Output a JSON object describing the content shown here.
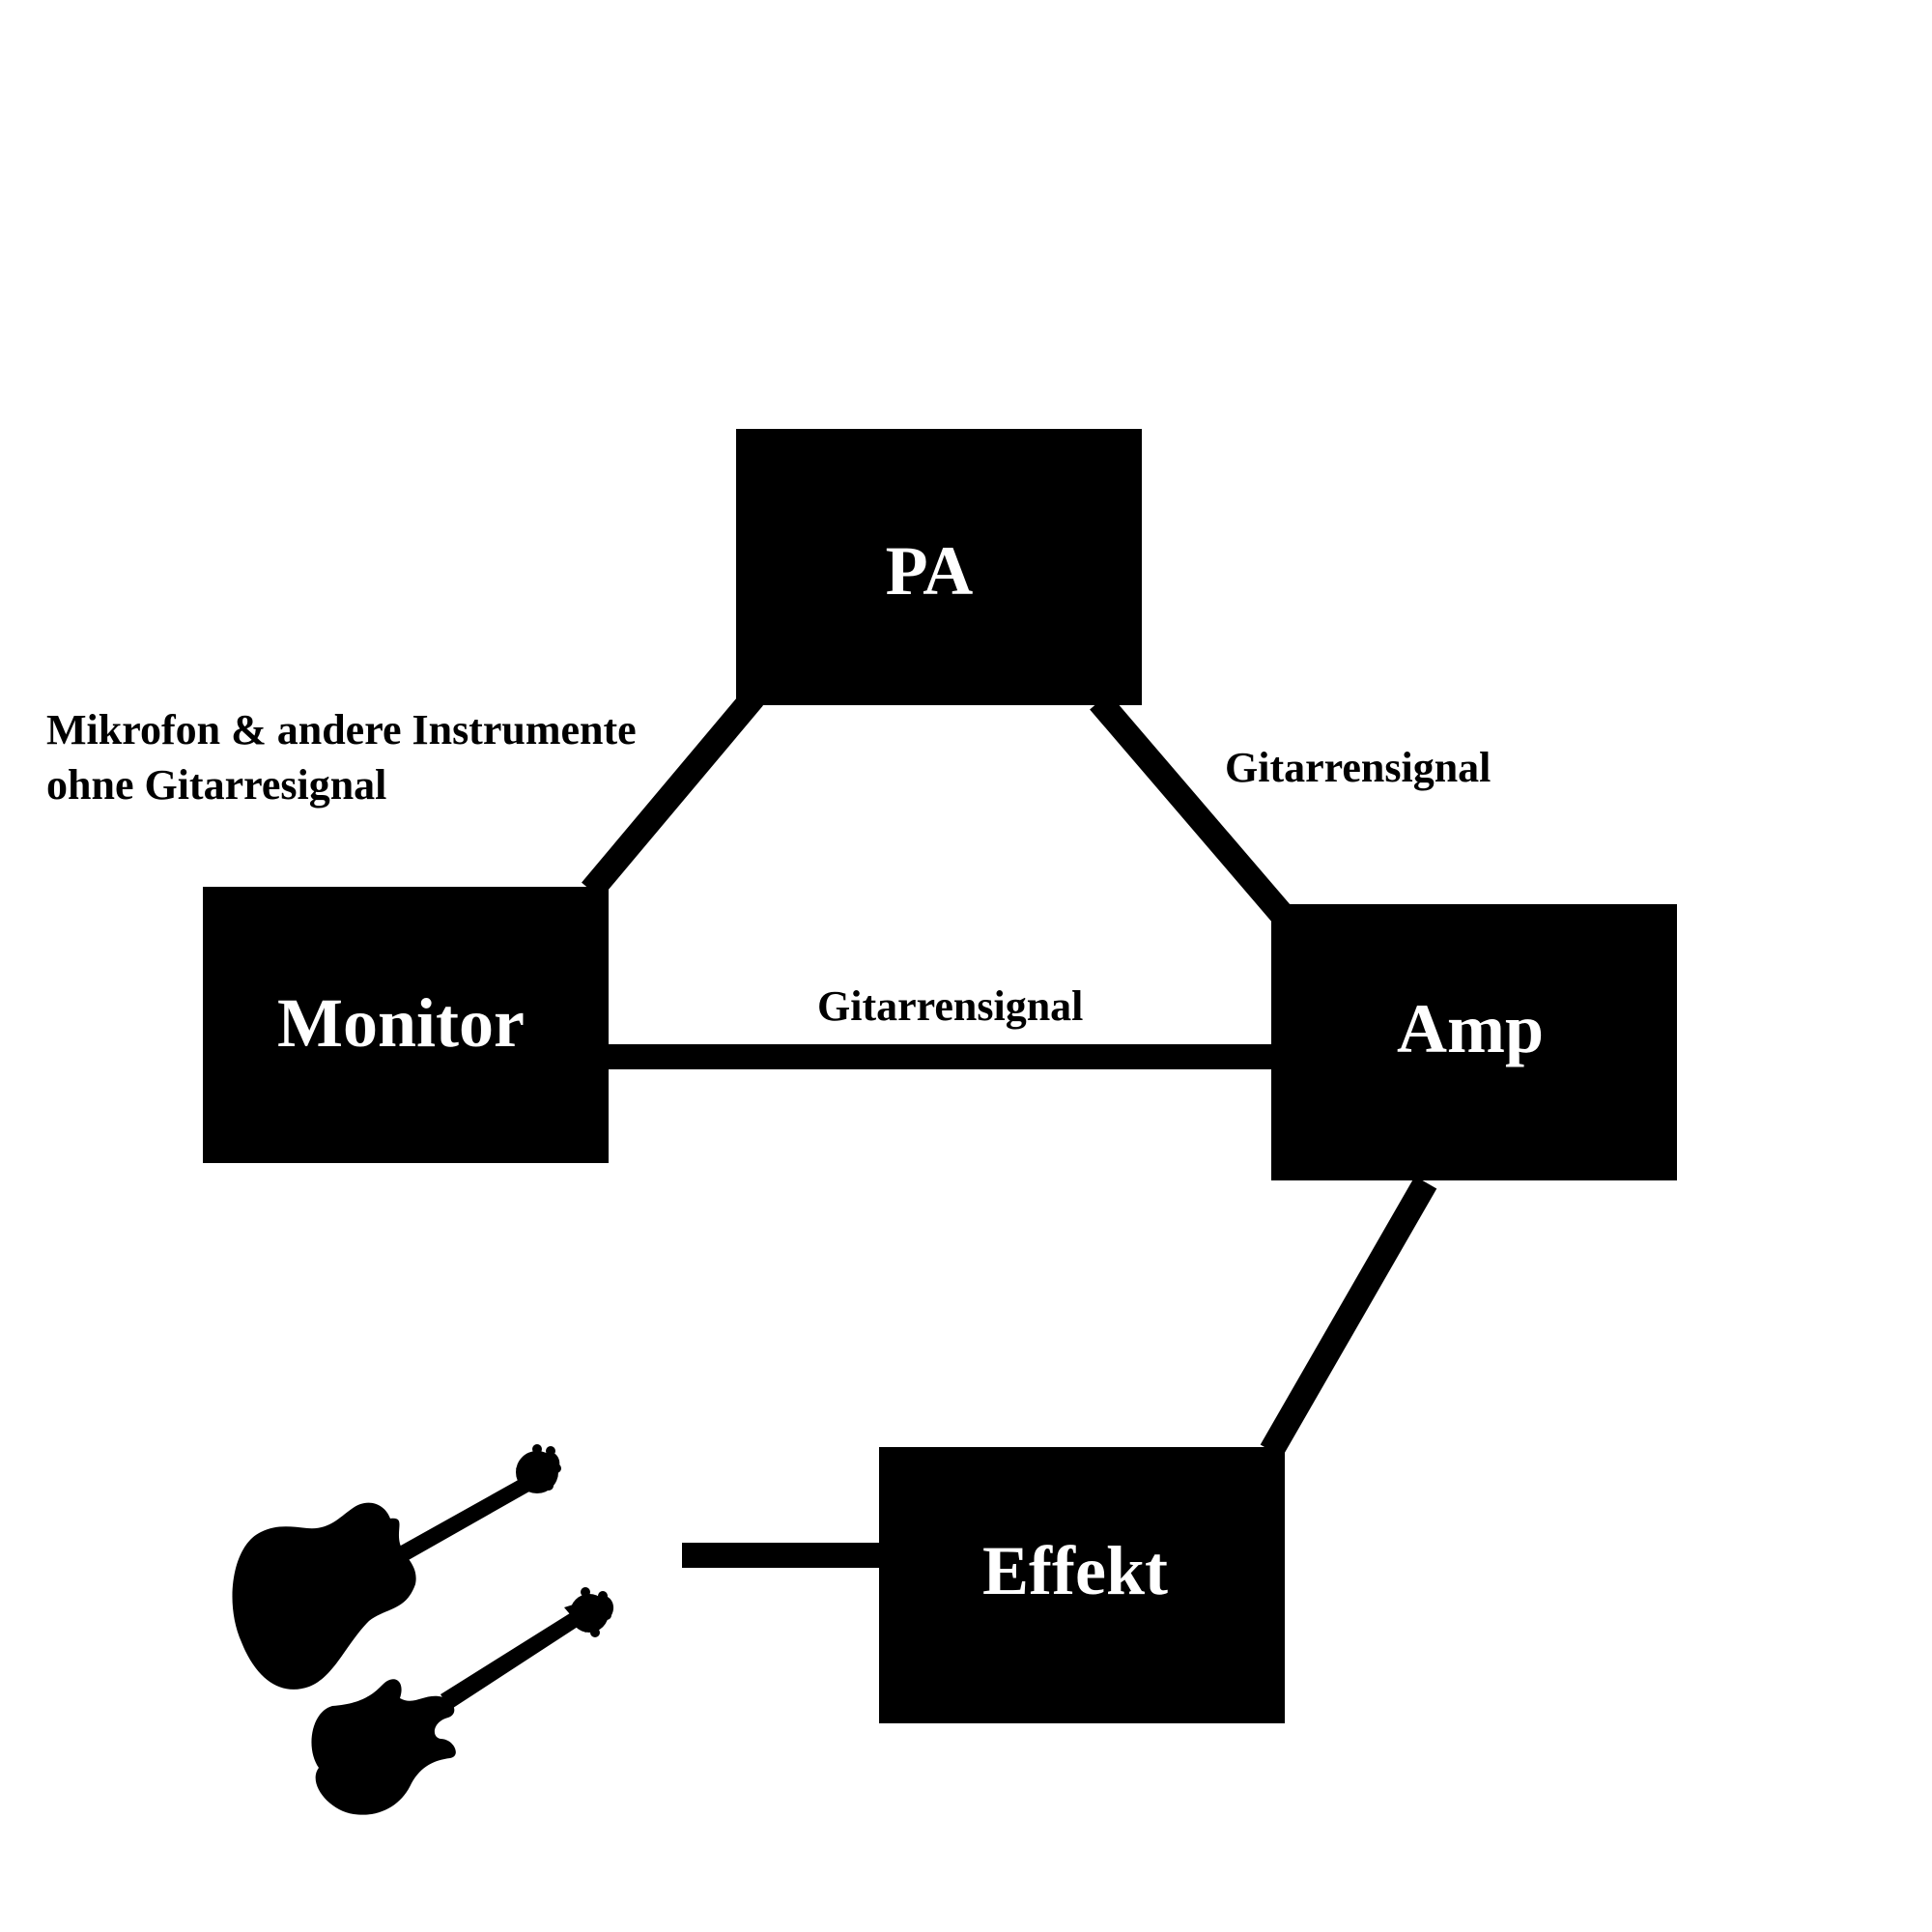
{
  "nodes": {
    "pa": "PA",
    "monitor": "Monitor",
    "amp": "Amp",
    "effekt": "Effekt"
  },
  "edges": {
    "monitor_pa_line1": "Mikrofon & andere Instrumente",
    "monitor_pa_line2": "ohne Gitarresignal",
    "pa_amp": "Gitarrensignal",
    "monitor_amp": "Gitarrensignal"
  },
  "icons": {
    "guitars": "guitar-icon"
  },
  "colors": {
    "node_fill": "#000000",
    "node_text": "#ffffff",
    "edge": "#000000",
    "background": "#ffffff"
  }
}
